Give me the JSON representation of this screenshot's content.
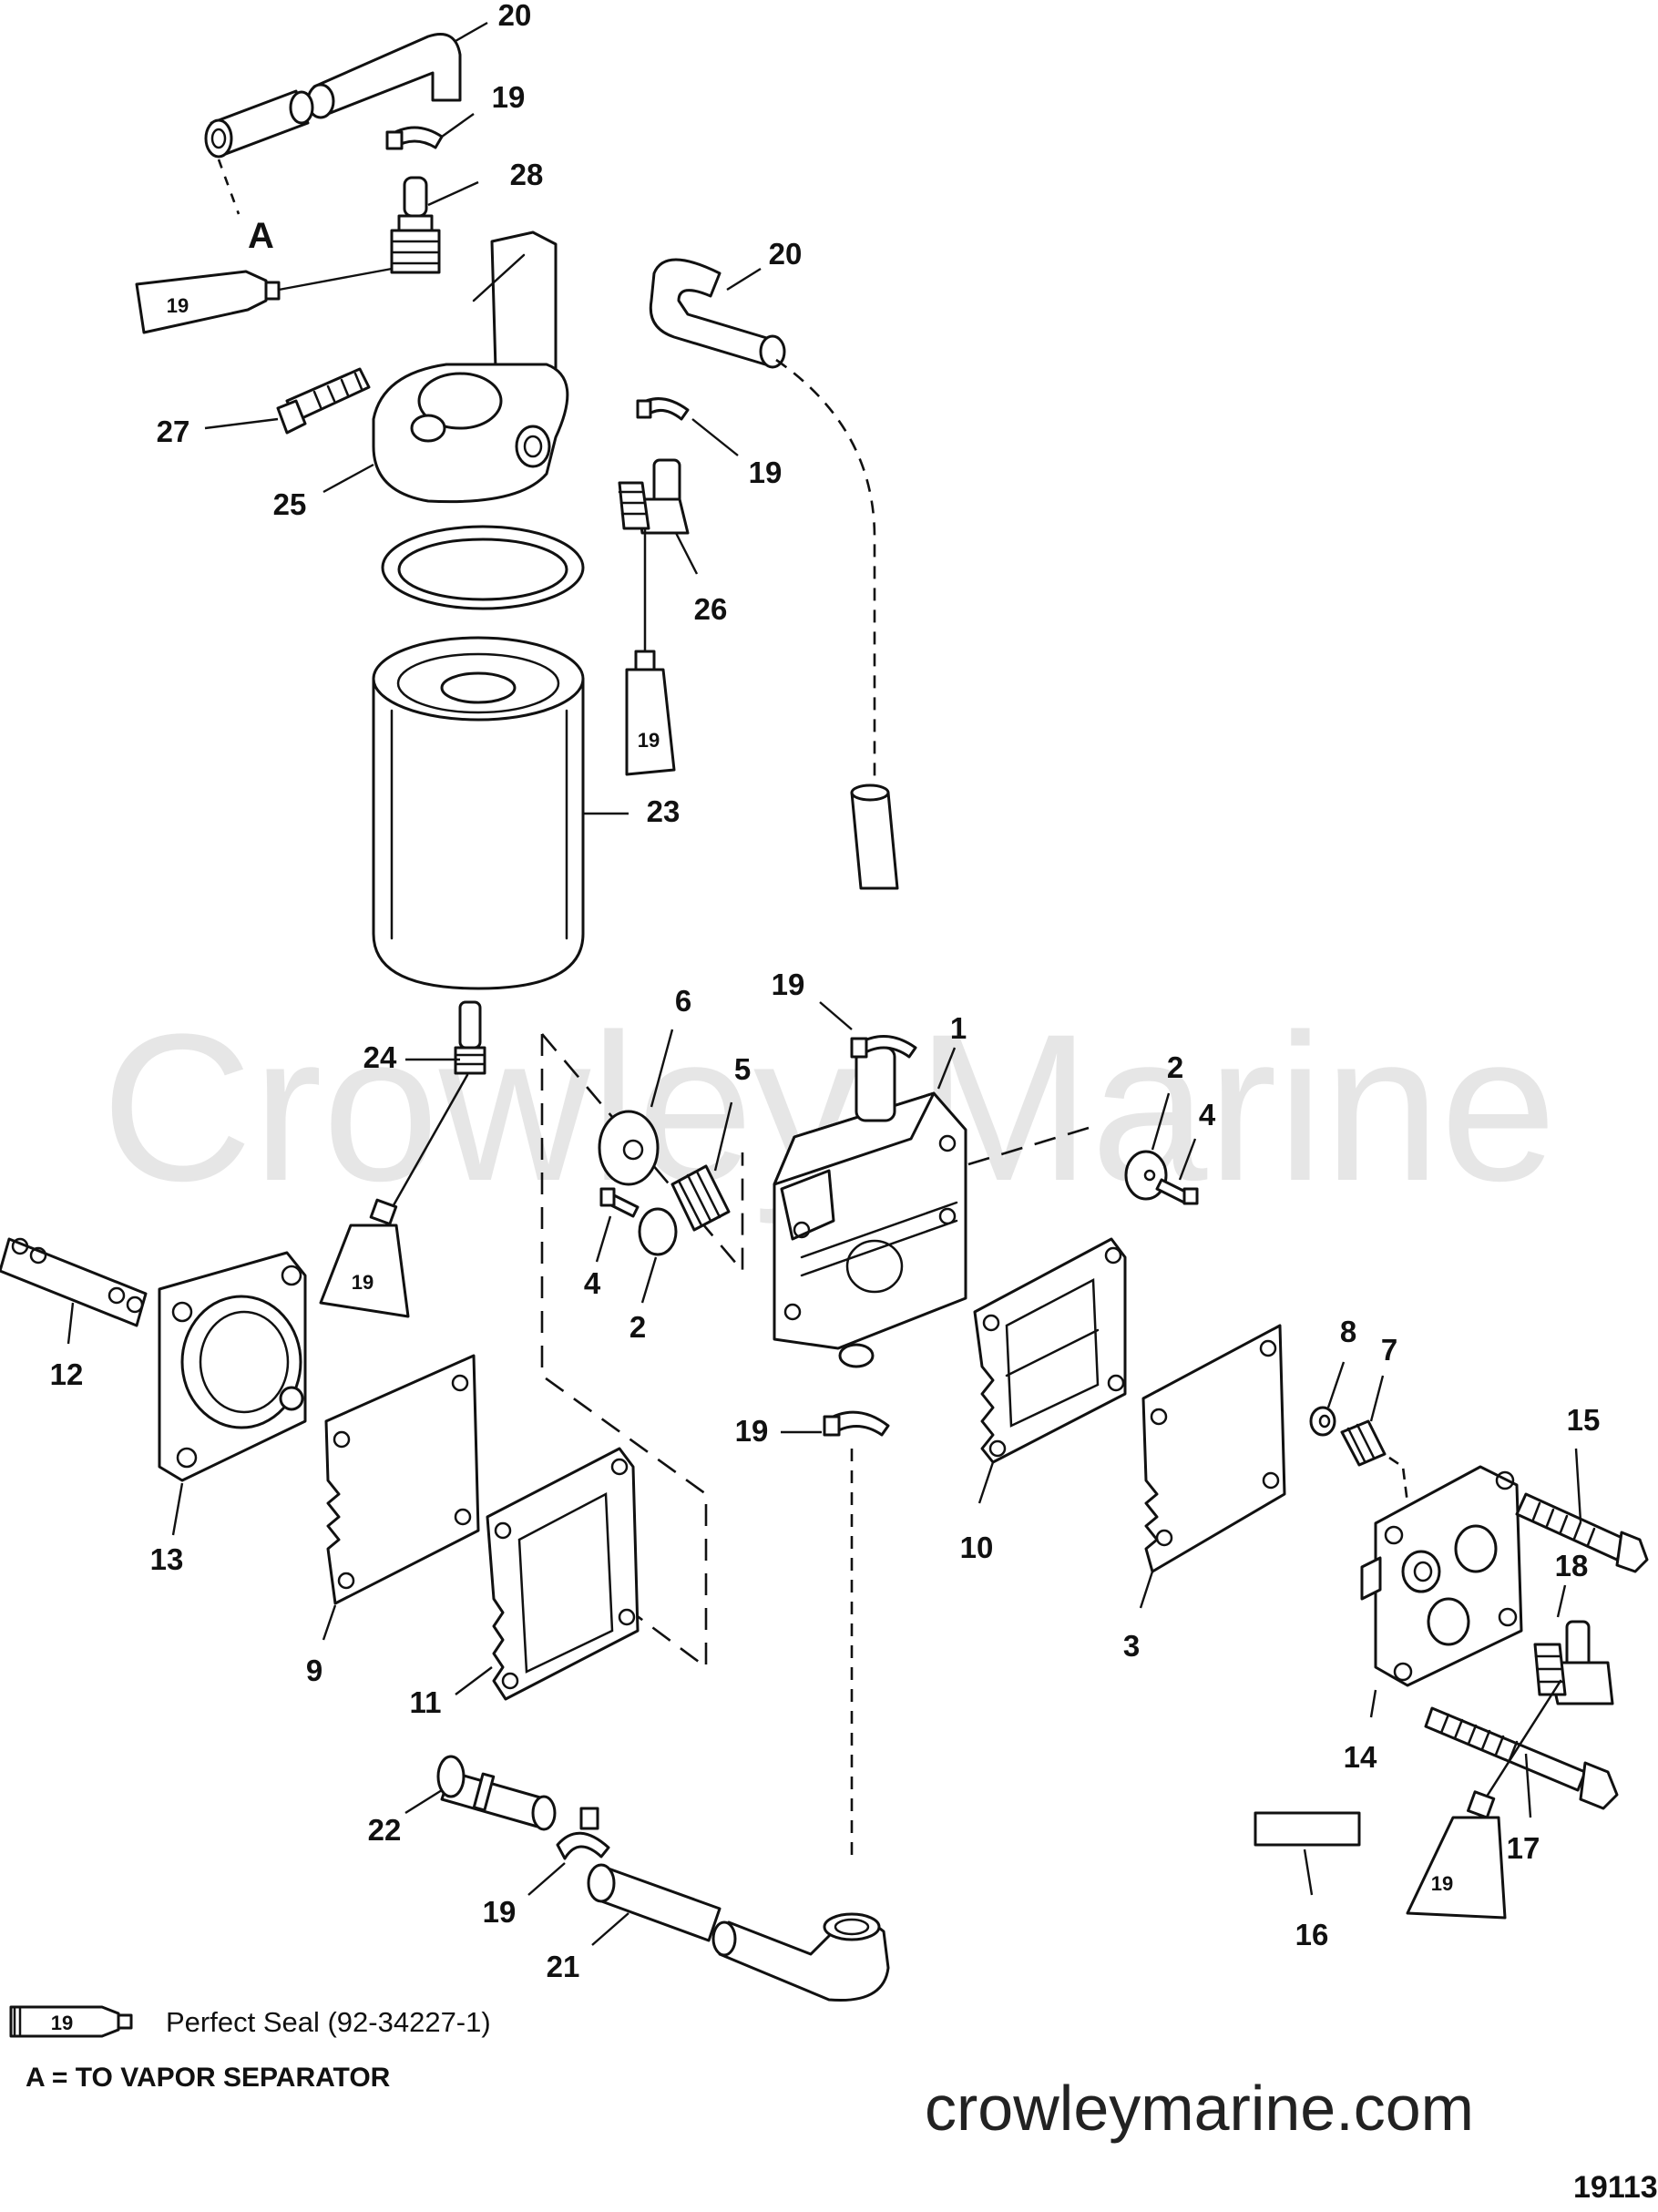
{
  "watermark": {
    "center_text": "Crowley Marine",
    "url": "crowleymarine.com"
  },
  "drawing_number": "19113",
  "connection_letter": "A",
  "tube_label": "19",
  "legend": {
    "tube_number": "19",
    "text": "Perfect Seal (92-34227-1)"
  },
  "note": "A = TO VAPOR SEPARATOR",
  "callouts": {
    "c1": "1",
    "c2a": "2",
    "c2b": "2",
    "c3": "3",
    "c4a": "4",
    "c4b": "4",
    "c5": "5",
    "c6": "6",
    "c7": "7",
    "c8": "8",
    "c9": "9",
    "c10": "10",
    "c11": "11",
    "c12": "12",
    "c13": "13",
    "c14": "14",
    "c15": "15",
    "c16": "16",
    "c17": "17",
    "c18": "18",
    "c19a": "19",
    "c19b": "19",
    "c19c": "19",
    "c19d": "19",
    "c19e": "19",
    "c20a": "20",
    "c20b": "20",
    "c21": "21",
    "c22": "22",
    "c23": "23",
    "c24": "24",
    "c25": "25",
    "c26": "26",
    "c27": "27",
    "c28": "28"
  }
}
